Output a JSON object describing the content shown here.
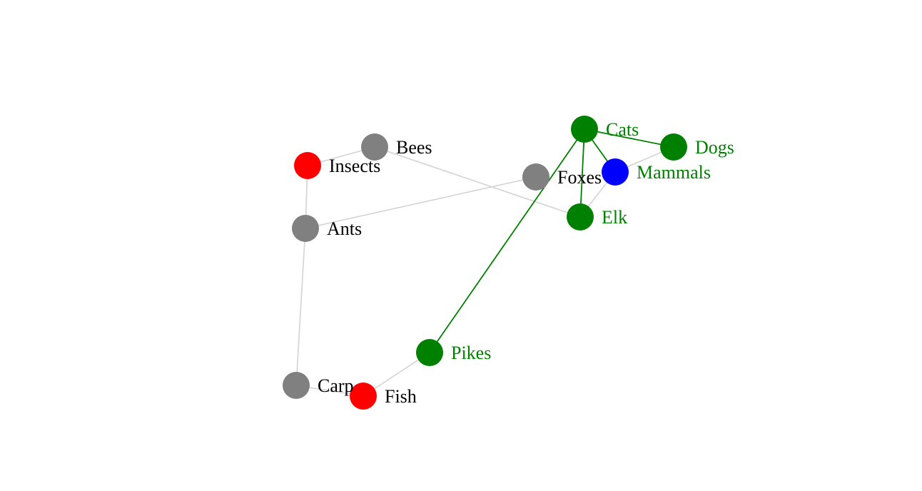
{
  "graph": {
    "colors": {
      "highlight": "#008000",
      "selected": "#0000ff",
      "category": "#ff0000",
      "default_node": "#808080",
      "default_edge": "#d3d3d3",
      "default_label": "#000000"
    },
    "nodes": [
      {
        "id": "insects",
        "label": "Insects",
        "state": "category"
      },
      {
        "id": "bees",
        "label": "Bees",
        "state": "default"
      },
      {
        "id": "ants",
        "label": "Ants",
        "state": "default"
      },
      {
        "id": "carp",
        "label": "Carp",
        "state": "default"
      },
      {
        "id": "fish",
        "label": "Fish",
        "state": "category"
      },
      {
        "id": "pikes",
        "label": "Pikes",
        "state": "highlight"
      },
      {
        "id": "foxes",
        "label": "Foxes",
        "state": "default"
      },
      {
        "id": "cats",
        "label": "Cats",
        "state": "highlight"
      },
      {
        "id": "dogs",
        "label": "Dogs",
        "state": "highlight"
      },
      {
        "id": "mammals",
        "label": "Mammals",
        "state": "selected"
      },
      {
        "id": "elk",
        "label": "Elk",
        "state": "highlight"
      }
    ],
    "edges": [
      {
        "source": "insects",
        "target": "bees",
        "highlighted": false
      },
      {
        "source": "insects",
        "target": "ants",
        "highlighted": false
      },
      {
        "source": "bees",
        "target": "elk",
        "highlighted": false
      },
      {
        "source": "ants",
        "target": "foxes",
        "highlighted": false
      },
      {
        "source": "ants",
        "target": "carp",
        "highlighted": false
      },
      {
        "source": "carp",
        "target": "fish",
        "highlighted": false
      },
      {
        "source": "fish",
        "target": "pikes",
        "highlighted": false
      },
      {
        "source": "mammals",
        "target": "dogs",
        "highlighted": false
      },
      {
        "source": "mammals",
        "target": "elk",
        "highlighted": false
      },
      {
        "source": "cats",
        "target": "pikes",
        "highlighted": true
      },
      {
        "source": "cats",
        "target": "dogs",
        "highlighted": true
      },
      {
        "source": "cats",
        "target": "elk",
        "highlighted": true
      },
      {
        "source": "cats",
        "target": "mammals",
        "highlighted": true
      }
    ]
  }
}
